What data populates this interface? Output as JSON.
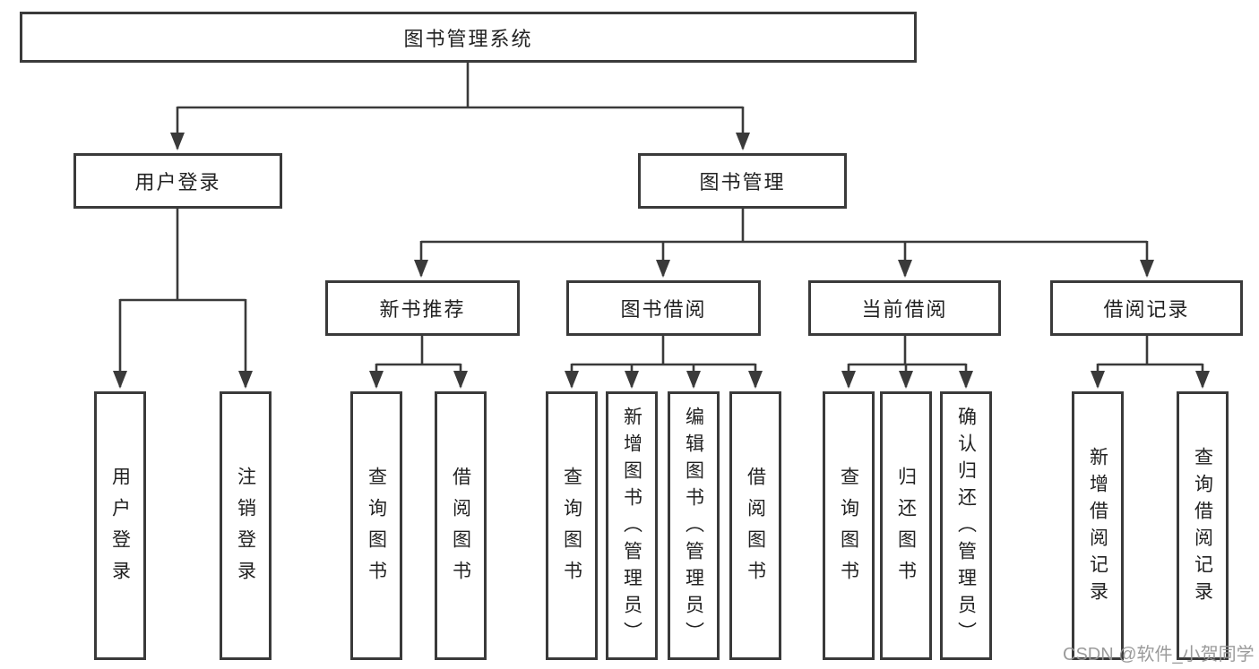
{
  "page": {
    "watermark": "CSDN @软件_小贺同学",
    "colors": {
      "line": "#3a3a3a",
      "box_border": "#3a3a3a",
      "text": "#222222",
      "watermark": "#969696",
      "background": "#ffffff"
    }
  },
  "chart_data": {
    "type": "tree-diagram",
    "title": "图书管理系统"
  },
  "tree": {
    "root": {
      "label": "图书管理系统"
    },
    "branches": [
      {
        "label": "用户登录",
        "children": [
          {
            "label": "用户登录"
          },
          {
            "label": "注销登录"
          }
        ]
      },
      {
        "label": "图书管理",
        "children": [
          {
            "label": "新书推荐",
            "children": [
              {
                "label": "查询图书"
              },
              {
                "label": "借阅图书"
              }
            ]
          },
          {
            "label": "图书借阅",
            "children": [
              {
                "label": "查询图书"
              },
              {
                "label": "新增图书（管理员）"
              },
              {
                "label": "编辑图书（管理员）"
              },
              {
                "label": "借阅图书"
              }
            ]
          },
          {
            "label": "当前借阅",
            "children": [
              {
                "label": "查询图书"
              },
              {
                "label": "归还图书"
              },
              {
                "label": "确认归还（管理员）"
              }
            ]
          },
          {
            "label": "借阅记录",
            "children": [
              {
                "label": "新增借阅记录"
              },
              {
                "label": "查询借阅记录"
              }
            ]
          }
        ]
      }
    ]
  }
}
